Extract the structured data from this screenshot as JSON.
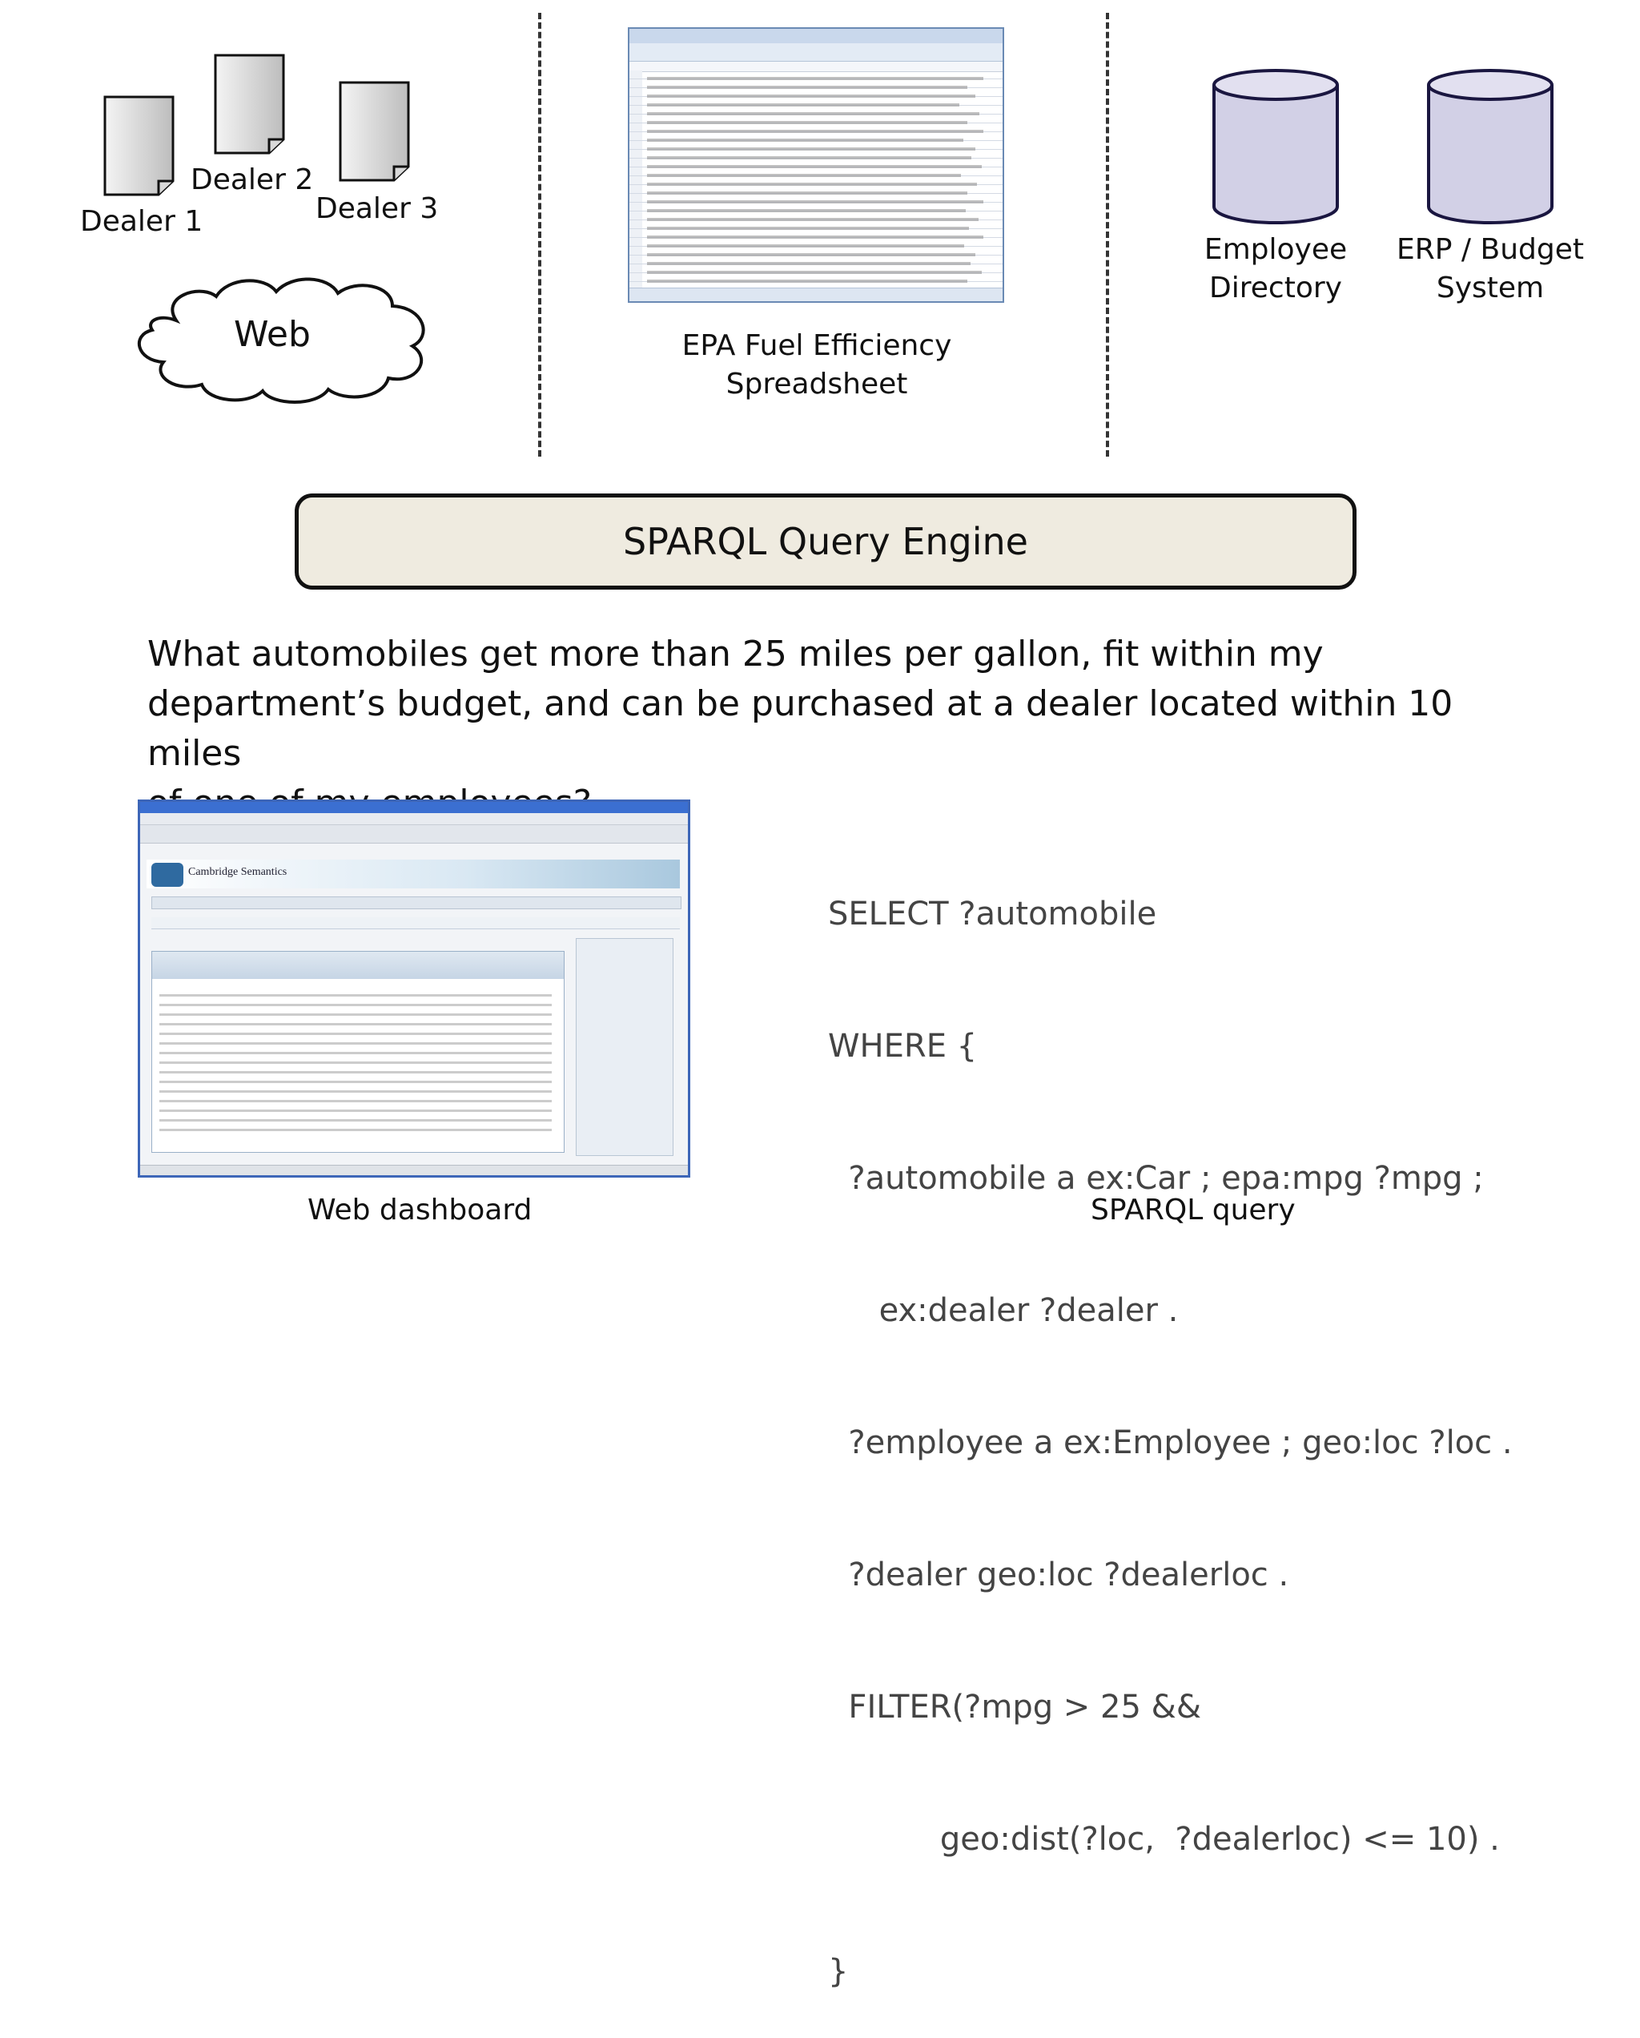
{
  "sources": {
    "dealers": [
      {
        "label": "Dealer 1"
      },
      {
        "label": "Dealer 2"
      },
      {
        "label": "Dealer 3"
      }
    ],
    "web": {
      "label": "Web"
    },
    "spreadsheet": {
      "label_line1": "EPA Fuel Efficiency",
      "label_line2": "Spreadsheet"
    },
    "employee_directory": {
      "label_line1": "Employee",
      "label_line2": "Directory"
    },
    "erp": {
      "label_line1": "ERP / Budget",
      "label_line2": "System"
    }
  },
  "engine": {
    "label": "SPARQL Query Engine"
  },
  "question": {
    "line1": "What automobiles  get more than 25 miles per gallon, fit within my",
    "line2": "department’s budget, and can be purchased at a dealer located within 10 miles",
    "line3": "of one of my employees?"
  },
  "dashboard": {
    "caption": "Web dashboard",
    "brand": "Cambridge Semantics"
  },
  "query": {
    "caption": "SPARQL query",
    "lines": [
      "SELECT ?automobile",
      "WHERE {",
      "  ?automobile a ex:Car ; epa:mpg ?mpg ;",
      "     ex:dealer ?dealer .",
      "  ?employee a ex:Employee ; geo:loc ?loc .",
      "  ?dealer geo:loc ?dealerloc .",
      "  FILTER(?mpg > 25 &&",
      "           geo:dist(?loc,  ?dealerloc) <= 10) .",
      "}"
    ]
  },
  "colors": {
    "doc_fill_light": "#f4f4f4",
    "doc_fill_dark": "#bdbdbd",
    "cylinder_fill": "#d2d0e6",
    "cylinder_stroke": "#1a1640",
    "engine_fill": "#efebe0",
    "query_text": "#444444"
  },
  "icons": {
    "dealer": "document-icon",
    "web": "cloud-icon",
    "database": "database-cylinder-icon",
    "spreadsheet": "spreadsheet-screenshot",
    "dashboard": "browser-screenshot"
  }
}
